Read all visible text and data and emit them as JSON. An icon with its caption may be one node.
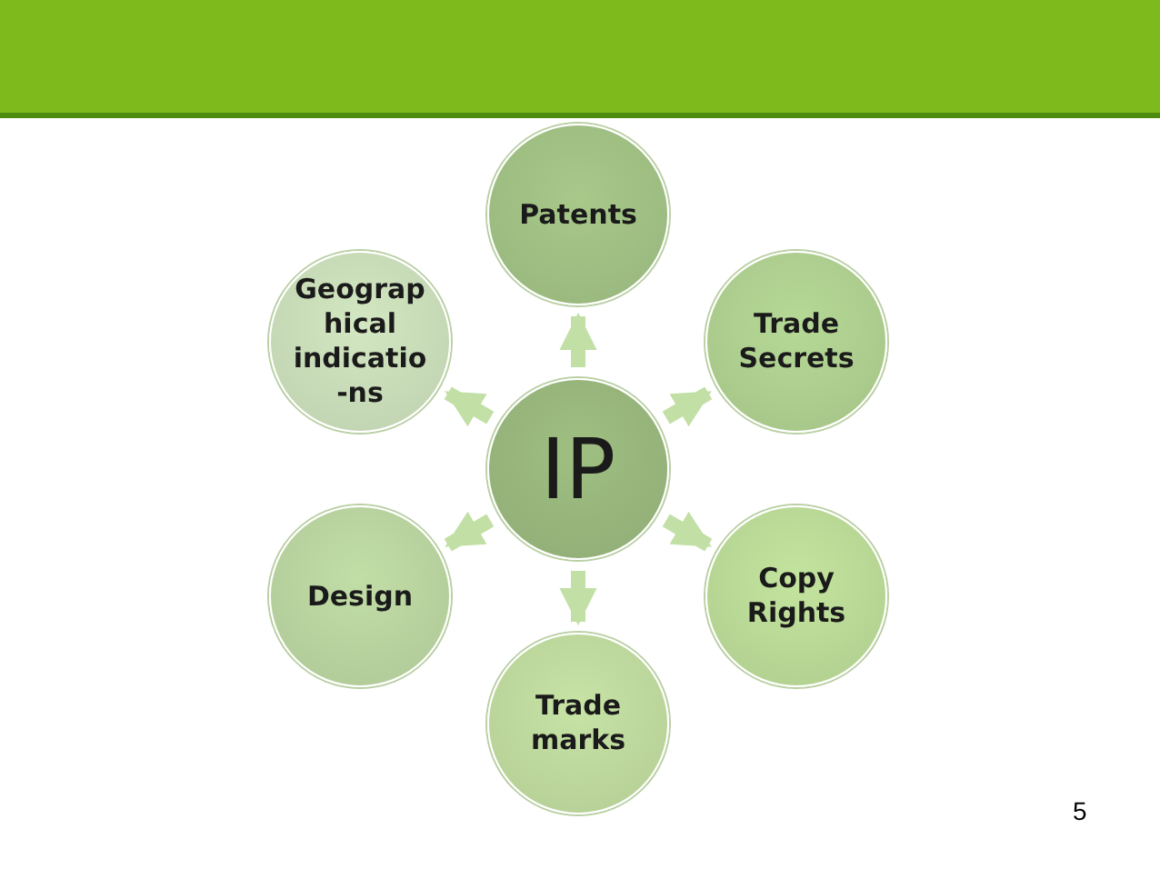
{
  "diagram": {
    "nodes": [
      {
        "text": [
          "IP"
        ]
      },
      {
        "text": [
          "Patents"
        ]
      },
      {
        "text": [
          "Trade Secrets"
        ]
      },
      {
        "text": [
          "Copy Rights"
        ]
      },
      {
        "text": [
          "Trade marks"
        ]
      },
      {
        "text": [
          "Design"
        ]
      },
      {
        "text": [
          "Geograp hical indicatio -ns"
        ]
      }
    ],
    "edges": [
      {
        "from": 0,
        "to": 1,
        "arrow": "to"
      },
      {
        "from": 0,
        "to": 2,
        "arrow": "to"
      },
      {
        "from": 0,
        "to": 3,
        "arrow": "to"
      },
      {
        "from": 0,
        "to": 4,
        "arrow": "to"
      },
      {
        "from": 0,
        "to": 5,
        "arrow": "to"
      },
      {
        "from": 0,
        "to": 6,
        "arrow": "to"
      }
    ],
    "labels": [
      "5"
    ]
  }
}
